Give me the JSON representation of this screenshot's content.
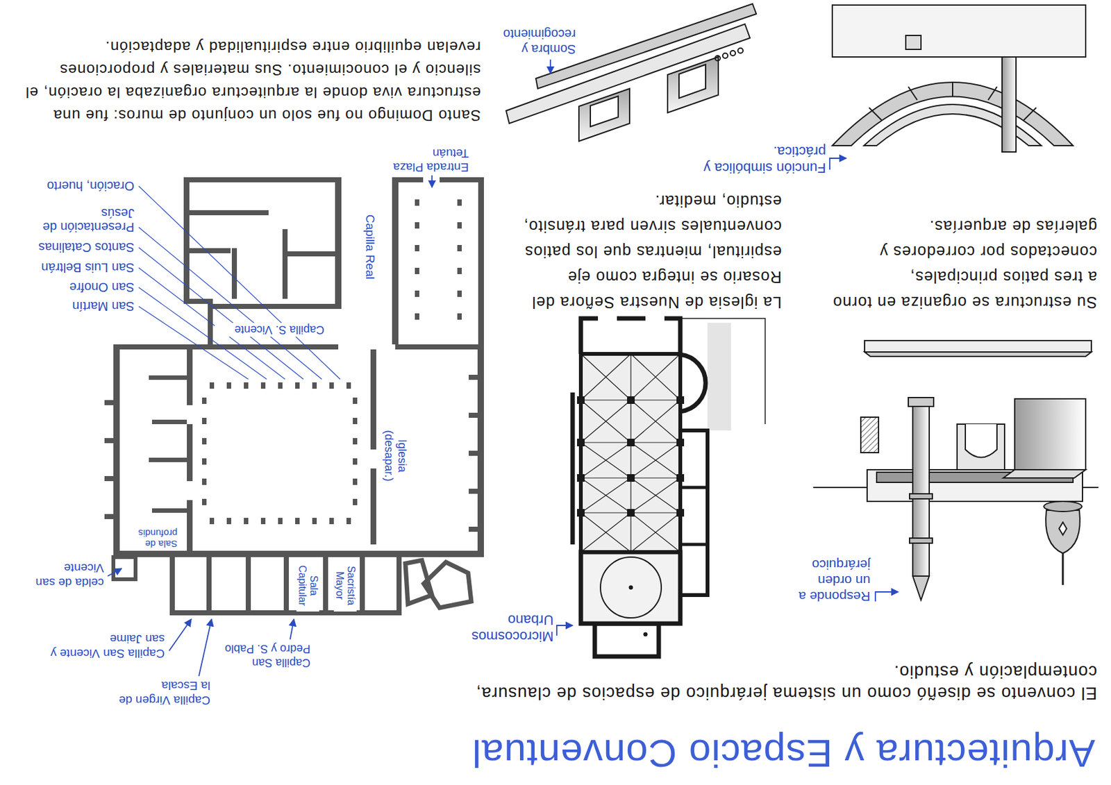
{
  "diagram": {
    "title": "Arquitectura y Espacio Conventual",
    "labels": [
      "El convento se diseñó como un sistema jerárquico de espacios de clausura, contemplación y estudio.",
      "Responde a un orden jerárquico",
      "Microcosmos Urbano",
      "Su estructura se organiza en torno a tres patios principales, conectados por corredores y galerías de arquerías.",
      "La iglesia de Nuestra Señora del Rosario se integra como eje espiritual, mientras que los patios conventuales sirven para tránsito, estudio, meditar.",
      "Función simbólica y práctica.",
      "Sombra y recogimiento",
      "Capilla Virgen de la Escala",
      "Capilla San Vicente y san Jaime",
      "Capilla San Pedro y S. Pablo",
      "celda de san Vicente",
      "Sala Capitular",
      "Sacristía Mayor",
      "Sala de profundis",
      "Iglesia (desapar.)",
      "Capilla S. Vicente",
      "Capilla Real",
      "Entrada Plaza Tetuán",
      "San Martín",
      "San Onofre",
      "San Luis Beltrán",
      "Santos Catalinas",
      "Presentación de Jesús",
      "Oración, huerto",
      "Santo Domingo no fue solo un conjunto de muros: fue una estructura viva donde la arquitectura organizaba la oración, el silencio y el conocimiento. Sus materiales y proporciones revelan equilibrio entre espiritualidad y adaptación."
    ]
  }
}
